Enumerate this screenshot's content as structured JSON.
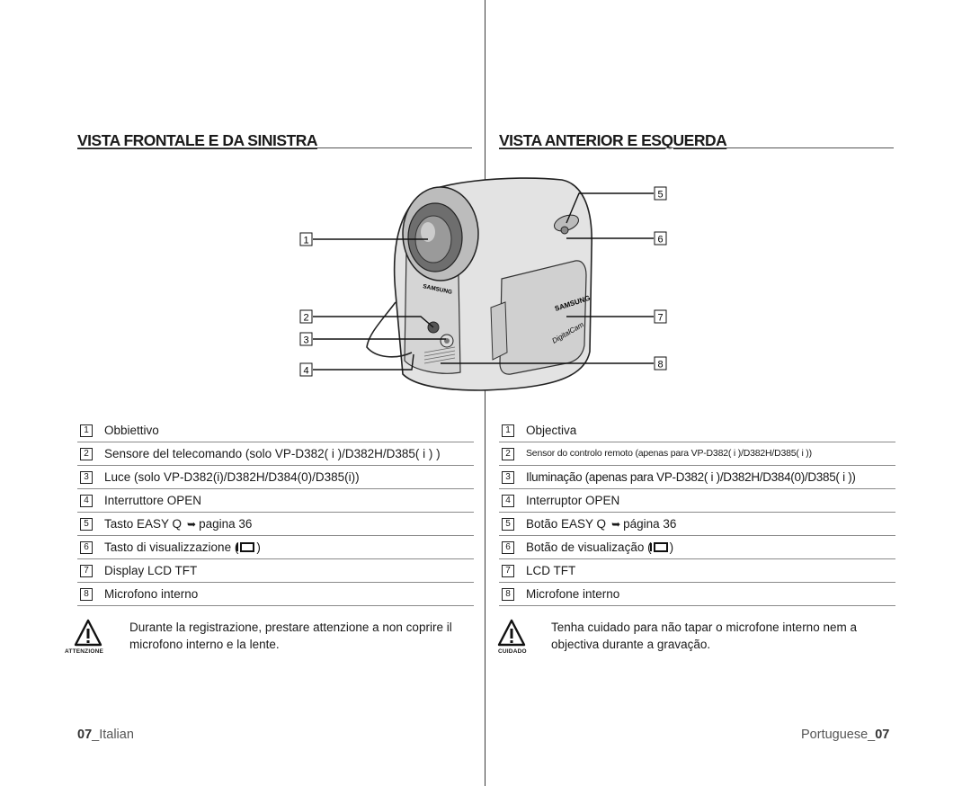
{
  "left": {
    "heading": "VISTA FRONTALE E DA SINISTRA",
    "items": [
      {
        "num": "1",
        "text": "Obbiettivo"
      },
      {
        "num": "2",
        "text": "Sensore del telecomando (solo VP-D382( i )/D382H/D385( i ) )"
      },
      {
        "num": "3",
        "text": "Luce (solo VP-D382(i)/D382H/D384(0)/D385(i))"
      },
      {
        "num": "4",
        "text": "Interruttore OPEN"
      },
      {
        "num": "5",
        "text": "Tasto EASY Q",
        "ref": "pagina 36"
      },
      {
        "num": "6",
        "text": "Tasto di visualizzazione  (",
        "suffix": ")"
      },
      {
        "num": "7",
        "text": "Display LCD TFT"
      },
      {
        "num": "8",
        "text": "Microfono interno"
      }
    ],
    "caution_label": "ATTENZIONE",
    "caution_text": "Durante la registrazione, prestare attenzione a non coprire il microfono interno e la lente.",
    "page_num": "07",
    "page_lang": "_Italian"
  },
  "right": {
    "heading": "VISTA ANTERIOR E ESQUERDA",
    "items": [
      {
        "num": "1",
        "text": "Objectiva"
      },
      {
        "num": "2",
        "text": "Sensor do controlo remoto (apenas para VP-D382( i )/D382H/D385( i ))"
      },
      {
        "num": "3",
        "text": "Iluminação (apenas para VP-D382( i )/D382H/D384(0)/D385( i ))"
      },
      {
        "num": "4",
        "text": "Interruptor OPEN"
      },
      {
        "num": "5",
        "text": "Botão EASY Q",
        "ref": "página 36"
      },
      {
        "num": "6",
        "text": "Botão de visualização  (",
        "suffix": ")"
      },
      {
        "num": "7",
        "text": "LCD TFT"
      },
      {
        "num": "8",
        "text": "Microfone interno"
      }
    ],
    "caution_label": "CUIDADO",
    "caution_text": "Tenha cuidado para não tapar o microfone interno nem a objectiva durante a gravação.",
    "page_lang": "Portuguese_",
    "page_num": "07"
  },
  "diagram": {
    "callouts": [
      "1",
      "2",
      "3",
      "4",
      "5",
      "6",
      "7",
      "8"
    ],
    "brand_front": "SAMSUNG",
    "brand_side": "SAMSUNG",
    "model_mark": "DigitalCam"
  },
  "colors": {
    "accent": "#1a1a1a",
    "rule": "#8a8a8a"
  }
}
